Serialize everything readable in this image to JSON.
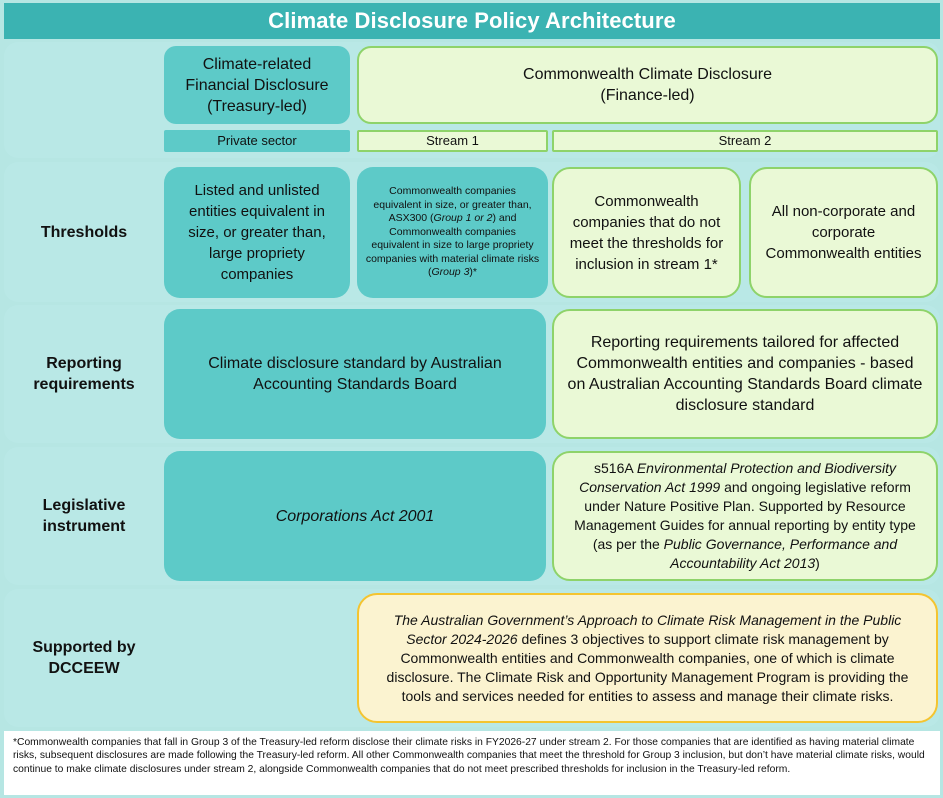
{
  "title": "Climate Disclosure Policy Architecture",
  "header": {
    "treasury": "Climate-related Financial Disclosure (Treasury-led)",
    "commonwealth_line1": "Commonwealth Climate Disclosure",
    "commonwealth_line2": "(Finance-led)",
    "private_sector": "Private sector",
    "stream1": "Stream 1",
    "stream2": "Stream 2"
  },
  "rows": {
    "thresholds": {
      "label": "Thresholds",
      "private": "Listed and unlisted entities equivalent in size, or greater than, large propriety companies",
      "stream1_a": "Commonwealth companies equivalent in size, or greater than, ASX300 (",
      "stream1_b": "Group 1 or 2",
      "stream1_c": ") and Commonwealth companies equivalent in size to large propriety companies with material climate risks (",
      "stream1_d": "Group 3",
      "stream1_e": ")*",
      "stream2_a": "Commonwealth companies that do not meet the thresholds for inclusion in stream 1*",
      "stream2_b": "All non-corporate and corporate Commonwealth entities"
    },
    "reporting": {
      "label": "Reporting requirements",
      "treasury": "Climate disclosure standard by Australian Accounting Standards Board",
      "commonwealth": "Reporting requirements tailored for affected Commonwealth entities and companies - based on Australian Accounting Standards Board climate disclosure standard"
    },
    "legislative": {
      "label": "Legislative instrument",
      "treasury": "Corporations Act 2001",
      "cw_a": "s516A ",
      "cw_b": "Environmental Protection and Biodiversity Conservation Act 1999",
      "cw_c": " and ongoing legislative reform under Nature Positive Plan. Supported by Resource Management Guides for annual reporting by entity type (as per the ",
      "cw_d": "Public Governance, Performance and Accountability Act 2013",
      "cw_e": ")"
    },
    "supported": {
      "label": "Supported by DCCEEW",
      "text_a": "The Australian Government’s Approach to Climate Risk Management in the Public Sector 2024-2026",
      "text_b": " defines 3 objectives to support climate risk management by Commonwealth entities and Commonwealth companies, one of which is climate disclosure. The Climate Risk and Opportunity Management Program is providing the tools and services needed for entities to assess and manage their climate risks."
    }
  },
  "footnote": "*Commonwealth companies that fall in Group 3 of the Treasury-led reform disclose their climate risks in FY2026-27 under stream 2. For those companies that are identified as having material climate risks, subsequent disclosures are made following the Treasury-led reform. All other Commonwealth companies that meet the threshold for Group 3 inclusion, but don’t have material climate risks, would continue to make climate disclosures under stream 2, alongside Commonwealth companies that do not meet prescribed thresholds for inclusion in the Treasury-led reform."
}
